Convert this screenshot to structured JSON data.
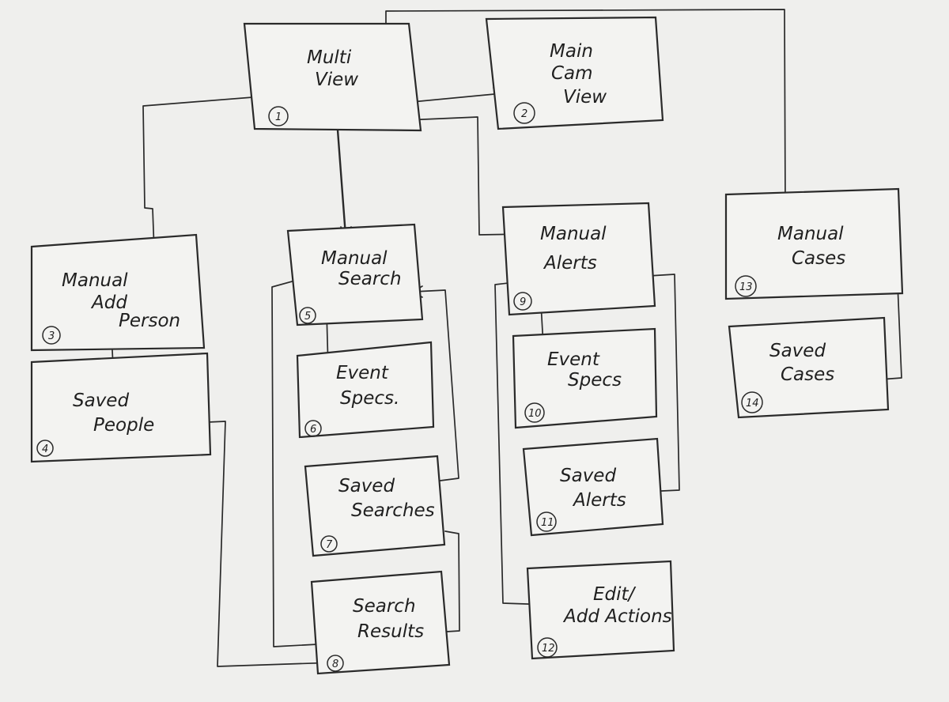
{
  "screens": {
    "multi_view": {
      "number": "1",
      "line1": "Multi",
      "line2": "View",
      "line3": ""
    },
    "main_cam_view": {
      "number": "2",
      "line1": "Main",
      "line2": "Cam",
      "line3": "View"
    },
    "manual_add_person": {
      "number": "3",
      "line1": "Manual",
      "line2": "Add",
      "line3": "Person"
    },
    "saved_people": {
      "number": "4",
      "line1": "Saved",
      "line2": "People",
      "line3": ""
    },
    "manual_search": {
      "number": "5",
      "line1": "Manual",
      "line2": "Search",
      "line3": ""
    },
    "event_specs_search": {
      "number": "6",
      "line1": "Event",
      "line2": "Specs.",
      "line3": ""
    },
    "saved_searches": {
      "number": "7",
      "line1": "Saved",
      "line2": "Searches",
      "line3": ""
    },
    "search_results": {
      "number": "8",
      "line1": "Search",
      "line2": "Results",
      "line3": ""
    },
    "manual_alerts": {
      "number": "9",
      "line1": "Manual",
      "line2": "Alerts",
      "line3": ""
    },
    "event_specs_alerts": {
      "number": "10",
      "line1": "Event",
      "line2": "Specs",
      "line3": ""
    },
    "saved_alerts": {
      "number": "11",
      "line1": "Saved",
      "line2": "Alerts",
      "line3": ""
    },
    "edit_add_actions": {
      "number": "12",
      "line1": "Edit/",
      "line2": "Add Actions",
      "line3": ""
    },
    "manual_cases": {
      "number": "13",
      "line1": "Manual",
      "line2": "Cases",
      "line3": ""
    },
    "saved_cases": {
      "number": "14",
      "line1": "Saved",
      "line2": "Cases",
      "line3": ""
    }
  }
}
